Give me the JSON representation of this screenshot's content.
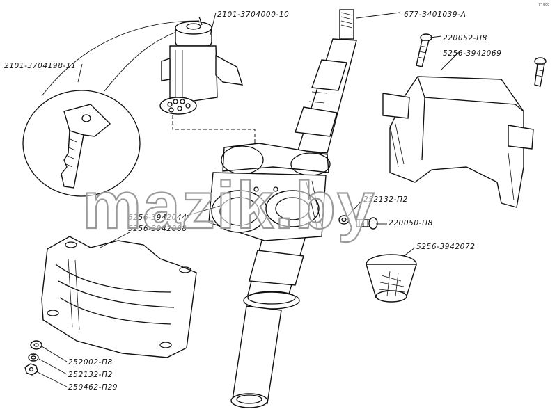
{
  "watermark": "mazik.by",
  "corner_note": "r° ooo",
  "parts": {
    "ignition_switch": "2101-3704000-10",
    "key": "2101-3704198-11",
    "steering_shaft": "677-3401039-A",
    "screw_top": "220052-П8",
    "upper_cover": "5256-3942069",
    "bracket": "5256-3942044",
    "lower_cover": "5256-3942068",
    "washer_right": "252132-П2",
    "screw_right": "220050-П8",
    "cap_knob": "5256-3942072",
    "washer_flat": "252002-П8",
    "washer_spring": "252132-П2",
    "nut": "250462-П29"
  }
}
